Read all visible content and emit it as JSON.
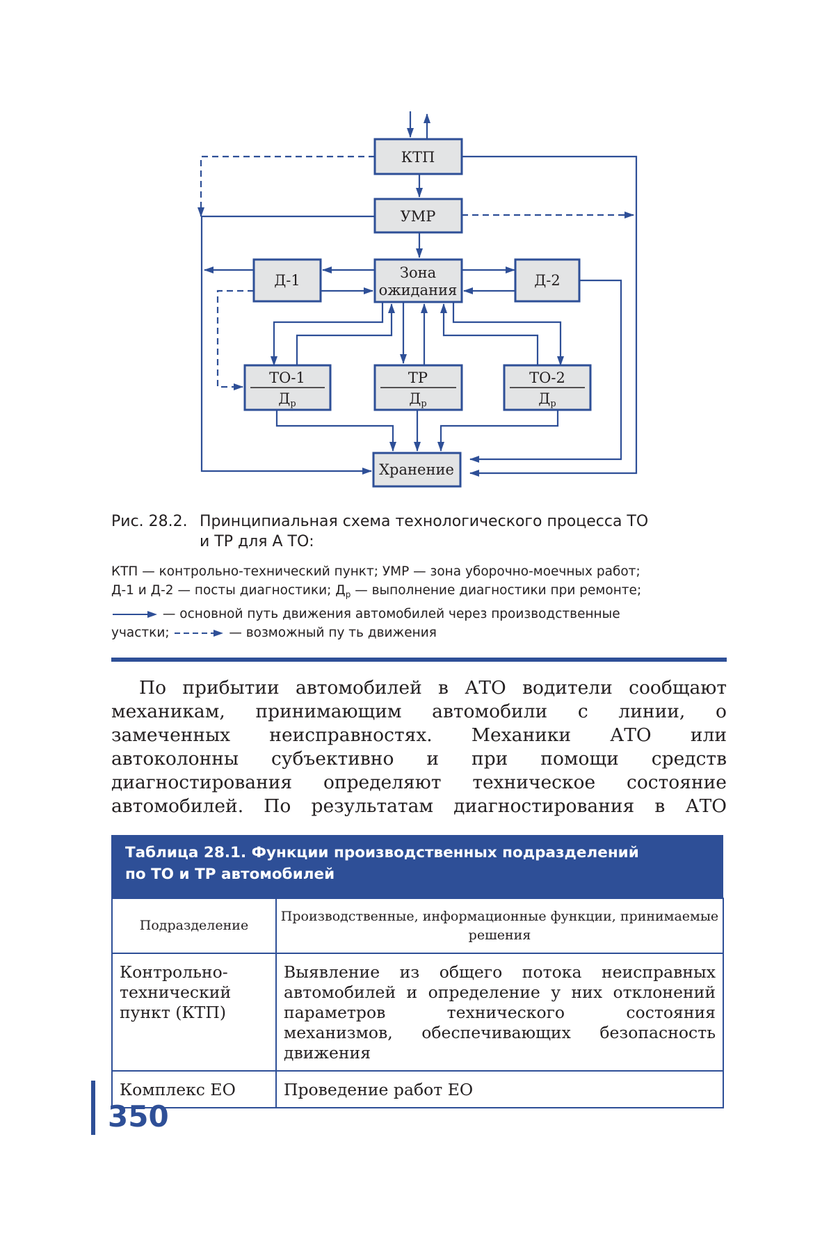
{
  "diagram": {
    "nodes": {
      "ktp": "КТП",
      "umr": "УМР",
      "d1": "Д-1",
      "zone_l1": "Зона",
      "zone_l2": "ожидания",
      "d2": "Д-2",
      "to1_top": "ТО-1",
      "tr_top": "ТР",
      "to2_top": "ТО-2",
      "dr_main": "Д",
      "dr_sub": "р",
      "storage": "Хранение"
    }
  },
  "caption": {
    "number": "Рис. 28.2.",
    "title_line1": "Принципиальная схема технологического процесса ТО",
    "title_line2": "и ТР для А ТО:",
    "legend_line1": "КТП — контрольно-технический пункт; УМР — зона уборочно-моечных работ;",
    "legend_line2_a": "Д-1 и Д-2 — посты диагностики; Д",
    "legend_line2_sub": "р",
    "legend_line2_b": " — выполнение диагностики при ремонте;",
    "legend_line3": " — основной путь движения автомобилей через производственные",
    "legend_line4_a": "участки;",
    "legend_line4_b": " — возможный пу ть движения"
  },
  "body_text": "По прибытии автомобилей в АТО водители сообщают механикам, принимающим автомобили с линии, о замеченных неисправностях. Механики АТО или автоколонны субъективно и при помощи средств диагностирования определяют техническое состояние автомобилей. По результатам диагностирования в АТО",
  "table": {
    "title_line1": "Таблица 28.1. Функции производственных подразделений",
    "title_line2": "по ТО и ТР автомобилей",
    "headers": [
      "Подразделение",
      "Производственные, информационные функции, принимаемые решения"
    ],
    "rows": [
      [
        "Контрольно-технический пункт (КТП)",
        "Выявление из общего потока неисправных автомобилей и определение у них отклонений параметров технического состояния механизмов, обеспечивающих безопасность движения"
      ],
      [
        "Комплекс ЕО",
        "Проведение работ ЕО"
      ]
    ]
  },
  "page_number": "350",
  "colors": {
    "accent": "#2e4f97",
    "box_fill": "#e3e4e5",
    "text": "#231f20"
  }
}
